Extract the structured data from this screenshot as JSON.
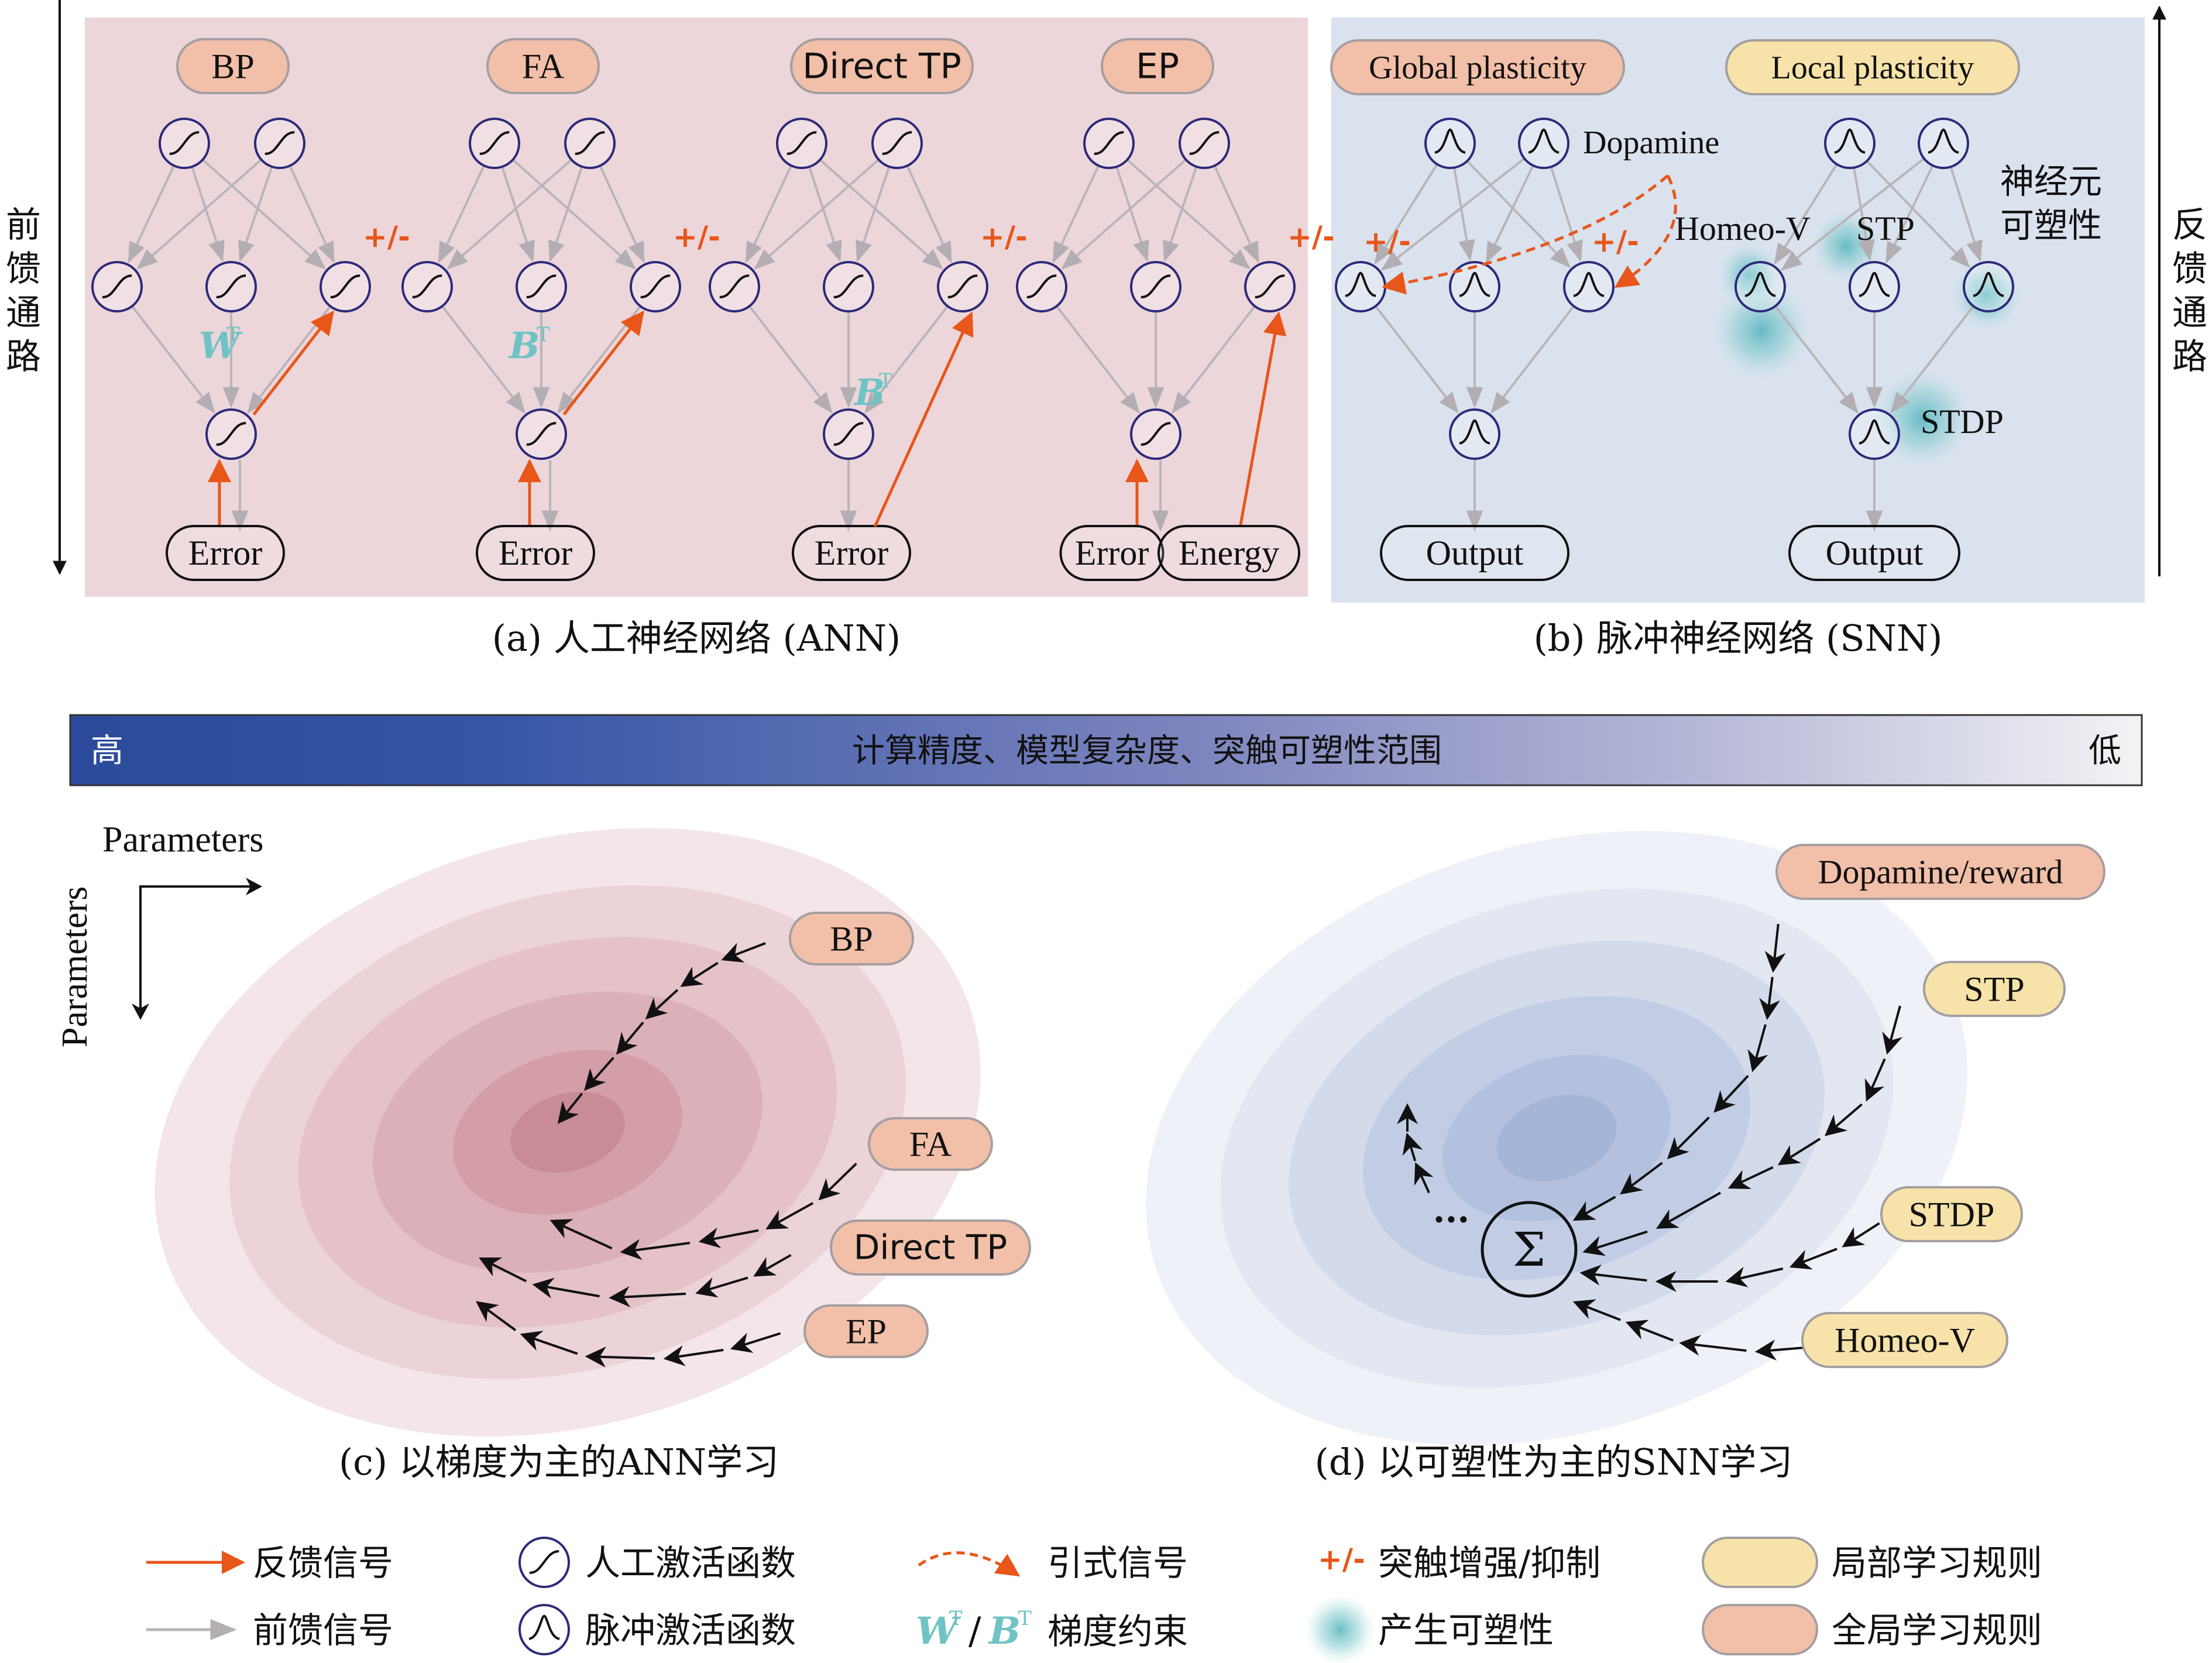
{
  "axis_left": {
    "label": "前馈通路"
  },
  "axis_right": {
    "label": "反馈通路"
  },
  "panel_a": {
    "caption": "(a) 人工神经网络 (ANN)",
    "methods": [
      {
        "name": "BP",
        "weight": "W",
        "sup": "T",
        "output": "Error"
      },
      {
        "name": "FA",
        "weight": "B",
        "sup": "T",
        "output": "Error"
      },
      {
        "name": "Direct TP",
        "weight": "B",
        "sup": "T",
        "output": "Error"
      },
      {
        "name": "EP",
        "output": "Error",
        "output2": "Energy"
      }
    ],
    "pm": "+/-"
  },
  "panel_b": {
    "caption": "(b) 脉冲神经网络 (SNN)",
    "global": "Global plasticity",
    "local": "Local plasticity",
    "dopamine": "Dopamine",
    "homeo": "Homeo-V",
    "stp": "STP",
    "neuron_plasticity": [
      "神经元",
      "可塑性"
    ],
    "stdp": "STDP",
    "output": "Output",
    "pm": "+/-"
  },
  "gradient_bar": {
    "left": "高",
    "center": "计算精度、模型复杂度、突触可塑性范围",
    "right": "低"
  },
  "panel_c": {
    "caption": "(c) 以梯度为主的ANN学习",
    "param_x": "Parameters",
    "param_y": "Parameters",
    "labels": [
      "BP",
      "FA",
      "Direct TP",
      "EP"
    ]
  },
  "panel_d": {
    "caption": "(d) 以可塑性为主的SNN学习",
    "labels": [
      "Dopamine/reward",
      "STP",
      "STDP",
      "Homeo-V"
    ],
    "sum": "Σ",
    "dots": "···"
  },
  "legend": {
    "feedback": "反馈信号",
    "feedforward": "前馈信号",
    "ann_act": "人工激活函数",
    "snn_act": "脉冲激活函数",
    "guide": "引式信号",
    "grad_w": "W",
    "grad_b": "B",
    "grad_sup": "T",
    "grad_slash": "/",
    "grad_text": "梯度约束",
    "pm": "+/-",
    "syn": "突触增强/抑制",
    "plast": "产生可塑性",
    "local": "局部学习规则",
    "global": "全局学习规则"
  },
  "colors": {
    "ann_bg": "#ecd6da",
    "snn_bg": "#dae2ee",
    "global_pill": "#f2bfa8",
    "local_pill": "#f7e3a9",
    "feedback": "#e8561a",
    "feedforward": "#b9b5b8",
    "neuron": "#2d2a7a",
    "teal": "#6fc3c5"
  }
}
